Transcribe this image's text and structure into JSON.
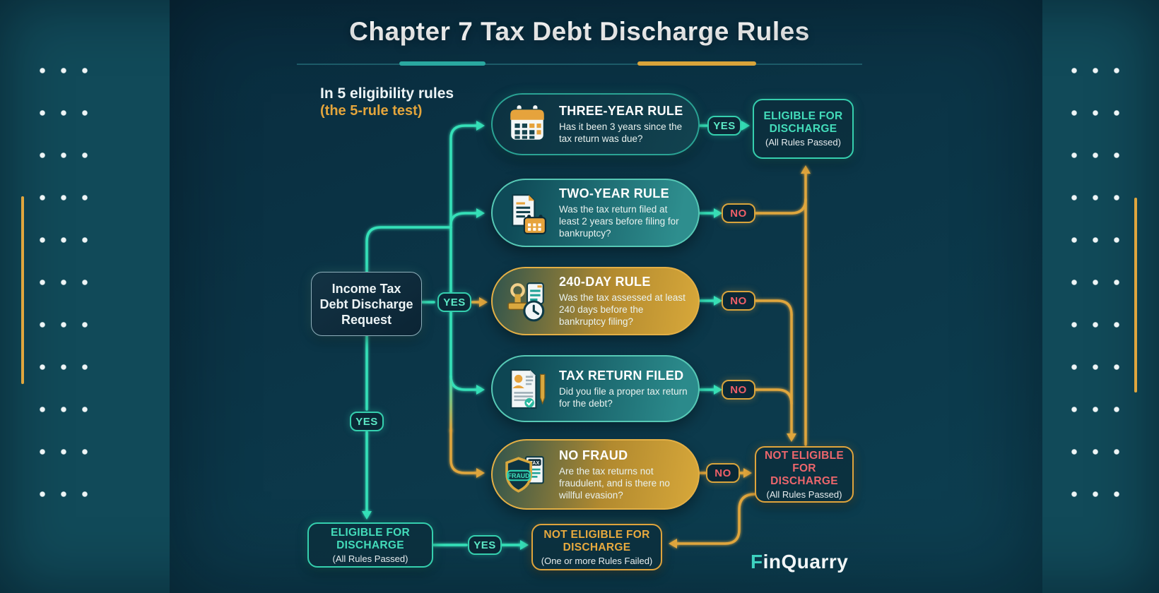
{
  "title": "Chapter 7 Tax Debt Discharge Rules",
  "intro": {
    "line1": "In 5 eligibility rules",
    "line2": "(the 5-rule test)"
  },
  "start_node": {
    "label": "Income Tax Debt Discharge Request"
  },
  "rules": [
    {
      "name": "three-year-rule",
      "title": "THREE-YEAR RULE",
      "desc": "Has it been 3 years since the tax return was due?",
      "icon": "calendar-icon"
    },
    {
      "name": "two-year-rule",
      "title": "TWO-YEAR RULE",
      "desc": "Was the tax return filed at least 2 years before filing for bankruptcy?",
      "icon": "document-calendar-icon"
    },
    {
      "name": "240-day-rule",
      "title": "240-DAY RULE",
      "desc": "Was the tax assessed at least 240 days before the bankruptcy filing?",
      "icon": "stamp-clock-icon"
    },
    {
      "name": "tax-return-filed",
      "title": "TAX RETURN FILED",
      "desc": "Did you file a proper tax return for the debt?",
      "icon": "tax-document-pen-icon"
    },
    {
      "name": "no-fraud",
      "title": "NO FRAUD",
      "desc": "Are the tax returns not fraudulent, and is there no willful evasion?",
      "icon": "fraud-shield-icon"
    }
  ],
  "outcomes": {
    "eligible_top": {
      "title": "ELIGIBLE FOR DISCHARGE",
      "sub": "(All Rules Passed)"
    },
    "not_eligible_right": {
      "title": "NOT ELIGIBLE FOR DISCHARGE",
      "sub": "(All Rules Passed)"
    },
    "eligible_bottom": {
      "title": "ELIGIBLE FOR DISCHARGE",
      "sub": "(All Rules Passed)"
    },
    "not_eligible_bottom": {
      "title": "NOT ELIGIBLE FOR DISCHARGE",
      "sub": "(One or more Rules Failed)"
    }
  },
  "badge_labels": {
    "yes": "YES",
    "no": "NO"
  },
  "icon_labels": {
    "fraud": "FRAUD",
    "tax": "TAX"
  },
  "brand": {
    "name": "FinQuarry"
  },
  "colors": {
    "background": "#114a59",
    "panel": "#0b3547",
    "teal_accent": "#35e0b8",
    "gold_accent": "#e0a63e",
    "no_red": "#ef5f68",
    "eligible_teal": "#43dcba",
    "not_eligible_red": "#ec666c"
  }
}
